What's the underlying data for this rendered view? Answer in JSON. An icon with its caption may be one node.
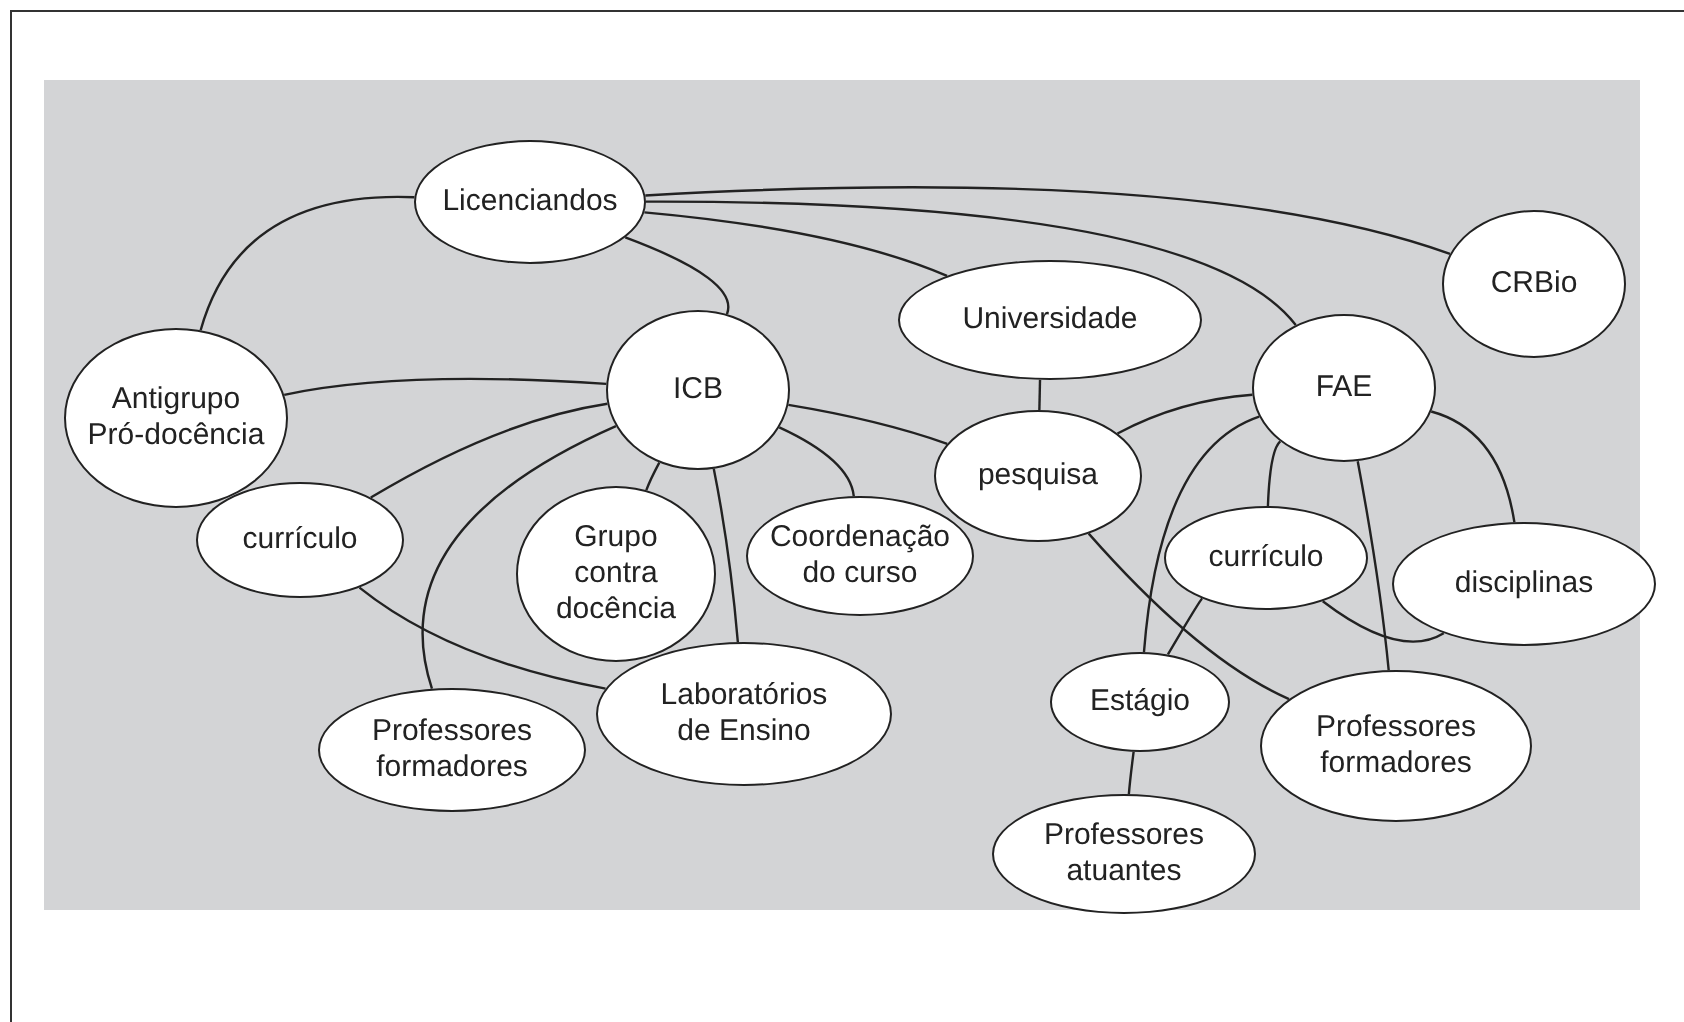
{
  "diagram": {
    "nodes": [
      {
        "text": [
          "Licenciandos"
        ]
      },
      {
        "text": [
          "CRBio"
        ]
      },
      {
        "text": [
          "Antigrupo Pró-docência"
        ]
      },
      {
        "text": [
          "Universidade"
        ]
      },
      {
        "text": [
          "ICB"
        ]
      },
      {
        "text": [
          "FAE"
        ]
      },
      {
        "text": [
          "pesquisa"
        ]
      },
      {
        "text": [
          "currículo"
        ]
      },
      {
        "text": [
          "Grupo contra docência"
        ]
      },
      {
        "text": [
          "Coordenação do curso"
        ]
      },
      {
        "text": [
          "currículo"
        ]
      },
      {
        "text": [
          "disciplinas"
        ]
      },
      {
        "text": [
          "Professores formadores"
        ]
      },
      {
        "text": [
          "Laboratórios de Ensino"
        ]
      },
      {
        "text": [
          "Estágio"
        ]
      },
      {
        "text": [
          "Professores formadores"
        ]
      },
      {
        "text": [
          "Professores atuantes"
        ]
      }
    ],
    "edges": [
      {
        "from": 0,
        "to": 2,
        "arrow": "none"
      },
      {
        "from": 0,
        "to": 1,
        "arrow": "none"
      },
      {
        "from": 0,
        "to": 5,
        "arrow": "none"
      },
      {
        "from": 0,
        "to": 3,
        "arrow": "none"
      },
      {
        "from": 0,
        "to": 4,
        "arrow": "none"
      },
      {
        "from": 2,
        "to": 4,
        "arrow": "none"
      },
      {
        "from": 4,
        "to": 6,
        "arrow": "none"
      },
      {
        "from": 4,
        "to": 7,
        "arrow": "none"
      },
      {
        "from": 4,
        "to": 12,
        "arrow": "none"
      },
      {
        "from": 4,
        "to": 8,
        "arrow": "none"
      },
      {
        "from": 4,
        "to": 13,
        "arrow": "none"
      },
      {
        "from": 4,
        "to": 9,
        "arrow": "none"
      },
      {
        "from": 7,
        "to": 13,
        "arrow": "none"
      },
      {
        "from": 3,
        "to": 6,
        "arrow": "none"
      },
      {
        "from": 6,
        "to": 5,
        "arrow": "none"
      },
      {
        "from": 6,
        "to": 15,
        "arrow": "none"
      },
      {
        "from": 5,
        "to": 14,
        "arrow": "none"
      },
      {
        "from": 5,
        "to": 10,
        "arrow": "none"
      },
      {
        "from": 5,
        "to": 15,
        "arrow": "none"
      },
      {
        "from": 5,
        "to": 11,
        "arrow": "none"
      },
      {
        "from": 10,
        "to": 11,
        "arrow": "none"
      },
      {
        "from": 10,
        "to": 14,
        "arrow": "none"
      },
      {
        "from": 14,
        "to": 16,
        "arrow": "none"
      }
    ]
  }
}
